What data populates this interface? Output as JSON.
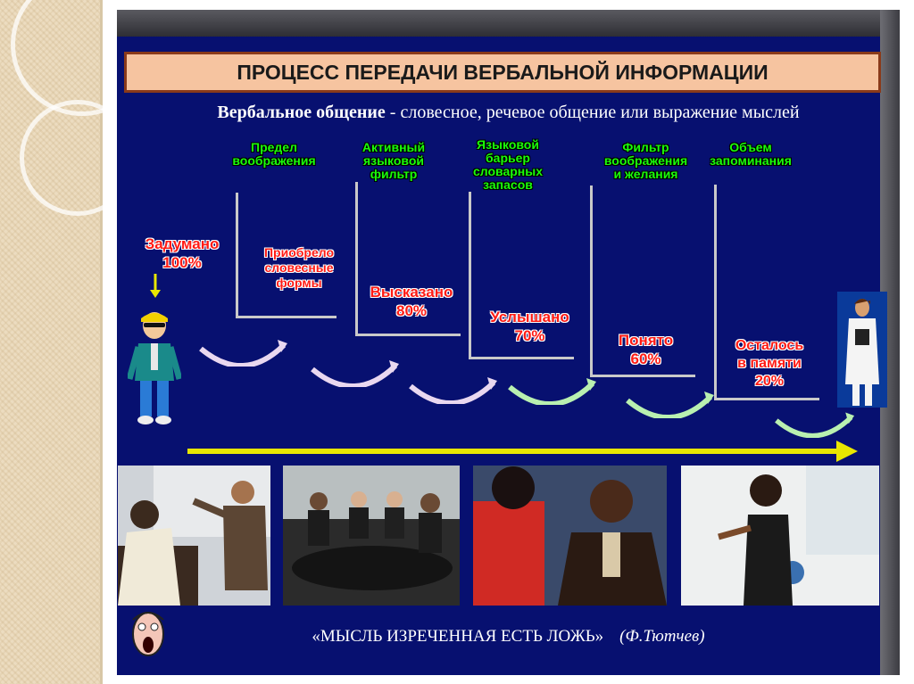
{
  "slide": {
    "title": "ПРОЦЕСС ПЕРЕДАЧИ ВЕРБАЛЬНОЙ ИНФОРМАЦИИ",
    "subtitle_term": "Вербальное общение",
    "subtitle_definition": " - словесное, речевое общение или выражение мыслей",
    "filters": [
      "Предел\nвоображения",
      "Активный\nязыковой\nфильтр",
      "Языковой\nбарьер\nсловарных\nзапасов",
      "Фильтр\nвоображения\nи желания",
      "Объем\nзапоминания"
    ],
    "stages": [
      "Задумано\n100%",
      "Приобрело\nсловесные\nформы",
      "Высказано\n80%",
      "Услышано\n70%",
      "Понято\n60%",
      "Осталось\nв памяти\n20%"
    ],
    "quote": "«МЫСЛЬ ИЗРЕЧЕННАЯ ЕСТЬ ЛОЖЬ»",
    "quote_author": "(Ф.Тютчев)"
  },
  "colors": {
    "slide_background": "#071070",
    "title_background": "#f6c4a0",
    "filter_text": "#1aff0a",
    "stage_text": "#ff1a14",
    "timeline_arrow": "#e8e600"
  },
  "icons": [
    "down-arrow-icon",
    "curved-arrow-icon",
    "speaker-figure-icon",
    "listener-figure-icon",
    "screaming-face-icon"
  ]
}
